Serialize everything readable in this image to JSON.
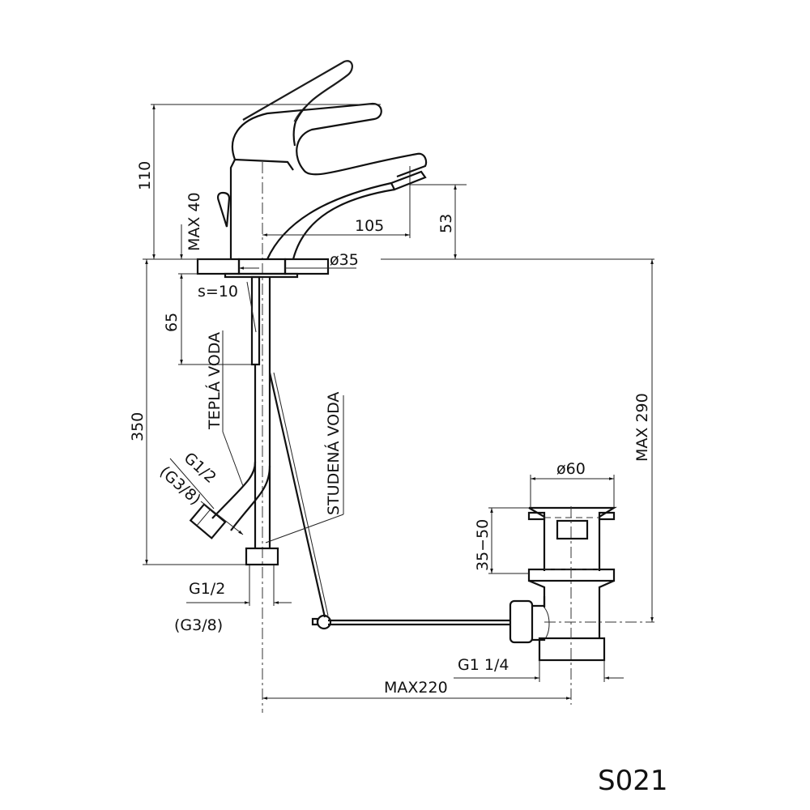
{
  "drawing": {
    "code": "S021",
    "dimensions": {
      "height_total": "110",
      "max_deck": "MAX 40",
      "spout_reach": "105",
      "spout_height": "53",
      "hole_diameter": "ø35",
      "thickness": "s=10",
      "depth_65": "65",
      "hose_length": "350",
      "hot_thread": "G1/2",
      "hot_thread_alt": "(G3/8)",
      "bottom_thread": "G1/2",
      "bottom_thread_alt": "(G3/8)",
      "max_290": "MAX  290",
      "drain_diameter": "ø60",
      "drain_range": "35−50",
      "drain_thread": "G1  1/4",
      "max_220": "MAX220"
    },
    "labels": {
      "hot_water": "TEPLÁ VODA",
      "cold_water": "STUDENÁ VODA"
    }
  }
}
